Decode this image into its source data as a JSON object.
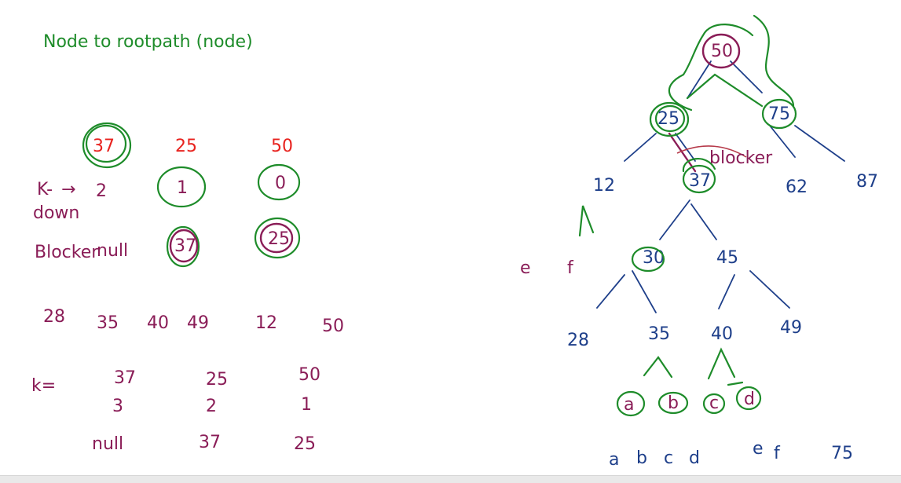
{
  "colors": {
    "green": "#1e8c2a",
    "red": "#e8231f",
    "purple": "#8a1d57",
    "blue": "#1e3f8a"
  },
  "title": "Node to rootpath (node)",
  "table": {
    "header_values": [
      "37",
      "25",
      "50"
    ],
    "k_label": "K-",
    "k_arrow": "→",
    "k_values": [
      "2",
      "1",
      "0"
    ],
    "down_label": "down",
    "blocker_label": "Blocker",
    "blocker_values": [
      "null",
      "37",
      "25"
    ]
  },
  "sequence": [
    "28",
    "35",
    "40",
    "49",
    "12",
    "50"
  ],
  "k_table": {
    "label": "k=",
    "row1": [
      "37",
      "25",
      "50"
    ],
    "row2": [
      "3",
      "2",
      "1"
    ],
    "row3": [
      "null",
      "37",
      "25"
    ]
  },
  "tree": {
    "root": "50",
    "left": "25",
    "right": "75",
    "l_left": "12",
    "l_right": "37",
    "r_left": "62",
    "r_right": "87",
    "leaf_e": "e",
    "leaf_f": "f",
    "n_30": "30",
    "n_45": "45",
    "n_28": "28",
    "n_35": "35",
    "n_40": "40",
    "n_49": "49",
    "leaf_a": "a",
    "leaf_b": "b",
    "leaf_c": "c",
    "leaf_d": "d",
    "blocker_note": "blocker"
  },
  "bottom_row": [
    "a",
    "b",
    "c",
    "d",
    "e",
    "f",
    "75"
  ]
}
